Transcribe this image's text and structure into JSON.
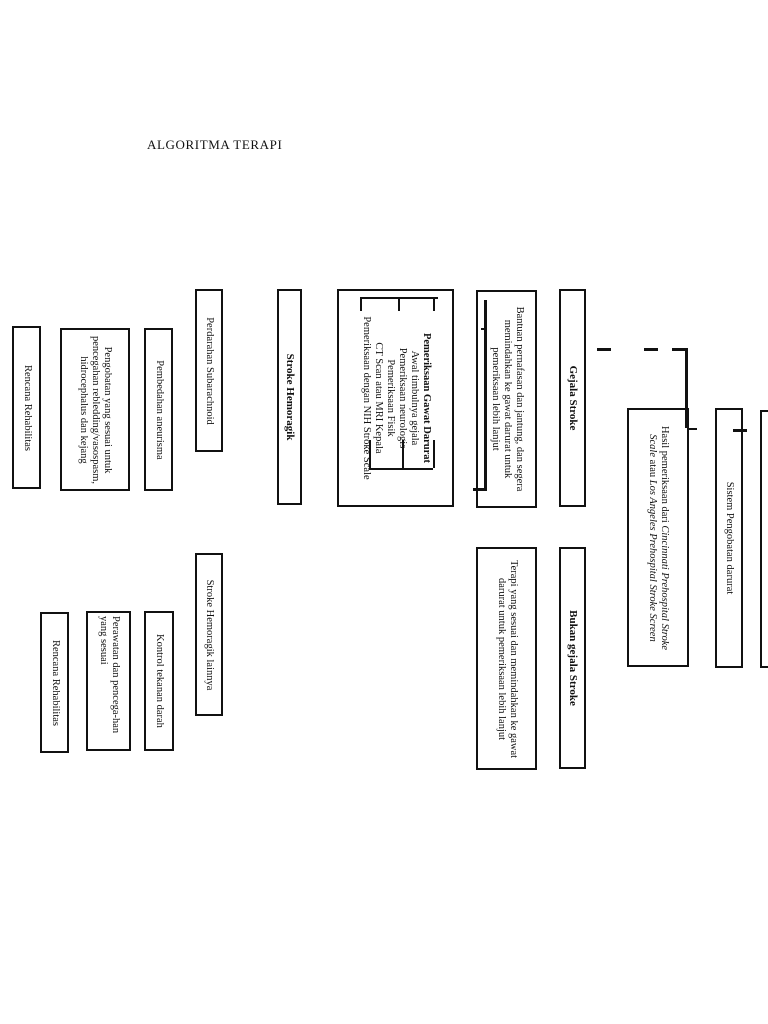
{
  "title": "ALGORITMA TERAPI",
  "boxes": {
    "sistem": "Sistem Pengobatan darurat",
    "hasil_main": "Hasil pemeriksaan dari ",
    "hasil_italic1": "Cincinnati Prehospital Stroke Scale",
    "hasil_mid": " atau ",
    "hasil_italic2": "Los Angeles Prehospital Stroke Screen",
    "gejala_stroke": "Gejala Stroke",
    "bukan_gejala": "Bukan gejala Stroke",
    "bantuan": "Bantuan pernafasan dan jantung, dan segera memindahkan ke gawat darurat untuk pemeriksaan lebih lanjut",
    "terapi": "Terapi yang sesuai dan memindahkan ke gawat darurat untuk pemeriksaan lebih lanjut",
    "pemeriksaan_list": [
      "Pemeriksaan Gawat Darurat",
      "Awal timbulnya gejala",
      "Pemeriksaan neurologis",
      "Pemeriksaan Fisik",
      "CT Scan atau MRI Kepala",
      "Pemeriksaan dengan NIH Stroke Scale"
    ],
    "stroke_hemoragik": "Stroke Hemoragik",
    "stroke_hemoragik_lain": "Stroke Hemoragik lainnya",
    "perdarahan": "Perdarahan Subarachnoid",
    "pembedahan": "Pembedahan aneurisma",
    "pengobatan": "Pengobatan yang sesuai untuk pencegahan rebledding/vasospasm, hidrocephalus dan kejang",
    "rencana1": "Rencana Rehabilitas",
    "kontrol": "Kontrol tekanan darah",
    "perawatan": "Perawatan dan pencega-han yang sesuai",
    "rencana2": "Rencana Rehabilitas"
  }
}
